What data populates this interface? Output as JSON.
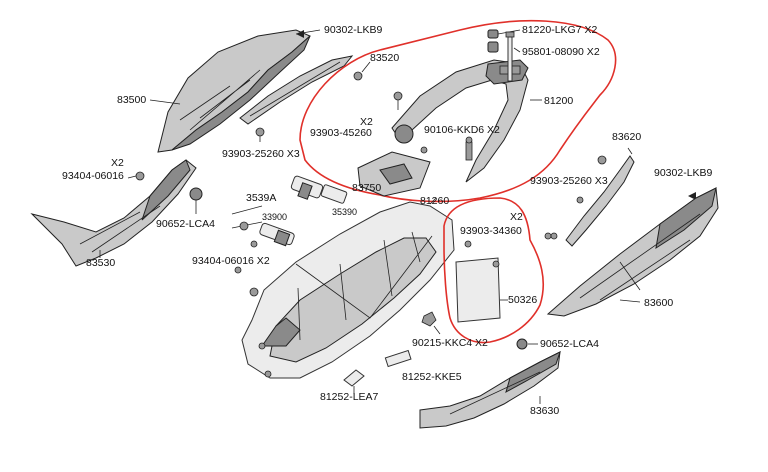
{
  "colors": {
    "highlight": "#e0302a",
    "part_fill": "#c9c9c9",
    "part_dark": "#8a8a8a",
    "line": "#222222"
  },
  "labels": {
    "p90302_lkb9_top": "90302-LKB9",
    "p83520": "83520",
    "p83500": "83500",
    "p81220": "81220-LKG7 X2",
    "p95801": "95801-08090 X2",
    "p81200": "81200",
    "x2_93903": "X2",
    "p93903_45260": "93903-45260",
    "p90106": "90106-KKD6 X2",
    "p93903_25260_a": "93903-25260 X3",
    "p83750": "83750",
    "x2_93404": "X2",
    "p93404_top": "93404-06016",
    "p3539a": "3539A",
    "p33900": "33900",
    "p35390": "35390",
    "p81260": "81260",
    "p90652_left": "90652-LCA4",
    "p83530": "83530",
    "p93404_x2": "93404-06016 X2",
    "x2_34360": "X2",
    "p93903_34360": "93903-34360",
    "p50326": "50326",
    "p90215": "90215-KKC4 X2",
    "p81252_kke5": "81252-KKE5",
    "p81252_lea7": "81252-LEA7",
    "p83620": "83620",
    "p93903_25260_b": "93903-25260 X3",
    "p90302_lkb9_right": "90302-LKB9",
    "p83600": "83600",
    "p90652_right": "90652-LCA4",
    "p83630": "83630"
  }
}
